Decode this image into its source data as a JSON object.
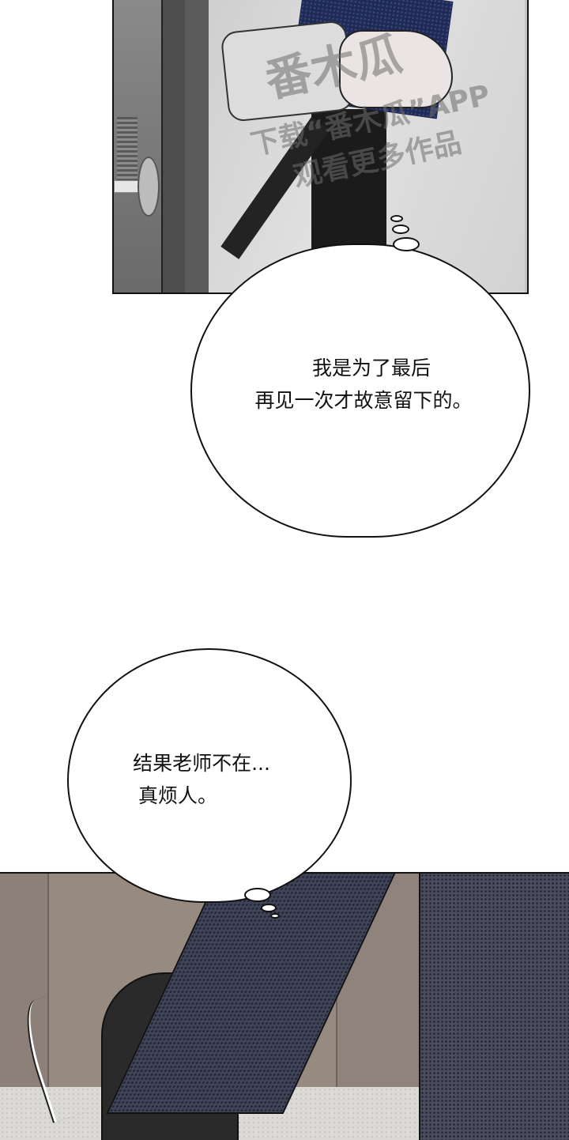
{
  "page": {
    "type": "webtoon-page",
    "background": "#ffffff"
  },
  "panels": [
    {
      "id": "panel-1",
      "description": "Close-up of a hand holding a navy book against a light coat, next to a dark door with a round knob",
      "watermark": {
        "line1": "番木瓜",
        "line2": "下载“番木瓜”APP",
        "line3": "观看更多作品"
      },
      "colors": {
        "book": "#1f2a55",
        "door": "#4d4d4d",
        "coat": "#d6d6d6"
      }
    },
    {
      "id": "panel-3",
      "description": "Legs in navy dotted trousers walking past a beige paneled wall on a speckled floor",
      "colors": {
        "wall": "#978a81",
        "trousers": "#3f4457",
        "floor": "#dcdad6"
      }
    }
  ],
  "thought_bubbles": [
    {
      "id": "bubble-1",
      "lines": [
        "我是为了最后",
        "再见一次才故意留下的。"
      ]
    },
    {
      "id": "bubble-2",
      "lines": [
        "结果老师不在...",
        "真烦人。"
      ]
    }
  ]
}
